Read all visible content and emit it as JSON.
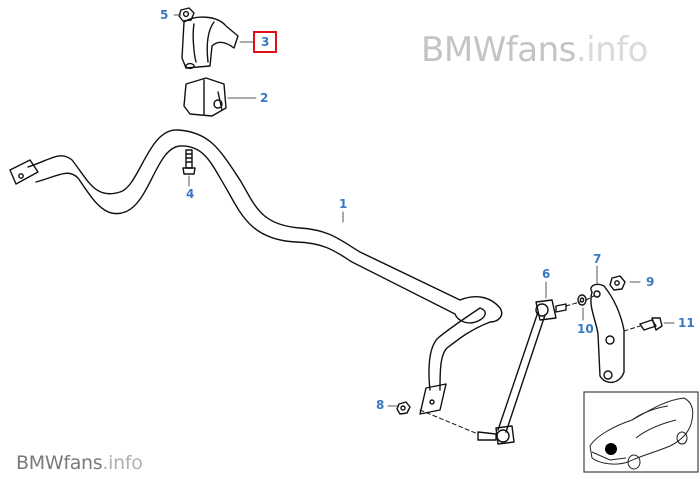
{
  "watermark": {
    "brand": "BMWfans",
    "suffix": ".info"
  },
  "diagram": {
    "title": "Front stabilizer bar with attaching parts",
    "highlighted_part": "3",
    "callout_color": "#3a78c2",
    "highlight_color": "#e0101a",
    "parts": [
      {
        "number": "1",
        "part": "stabilizer-bar"
      },
      {
        "number": "2",
        "part": "stabilizer-rubber-mounting"
      },
      {
        "number": "3",
        "part": "bracket"
      },
      {
        "number": "4",
        "part": "bolt"
      },
      {
        "number": "5",
        "part": "nut"
      },
      {
        "number": "6",
        "part": "stabilizer-link"
      },
      {
        "number": "7",
        "part": "bracket-arm"
      },
      {
        "number": "8",
        "part": "self-locking-nut"
      },
      {
        "number": "9",
        "part": "nut"
      },
      {
        "number": "10",
        "part": "washer"
      },
      {
        "number": "11",
        "part": "bolt"
      }
    ]
  }
}
